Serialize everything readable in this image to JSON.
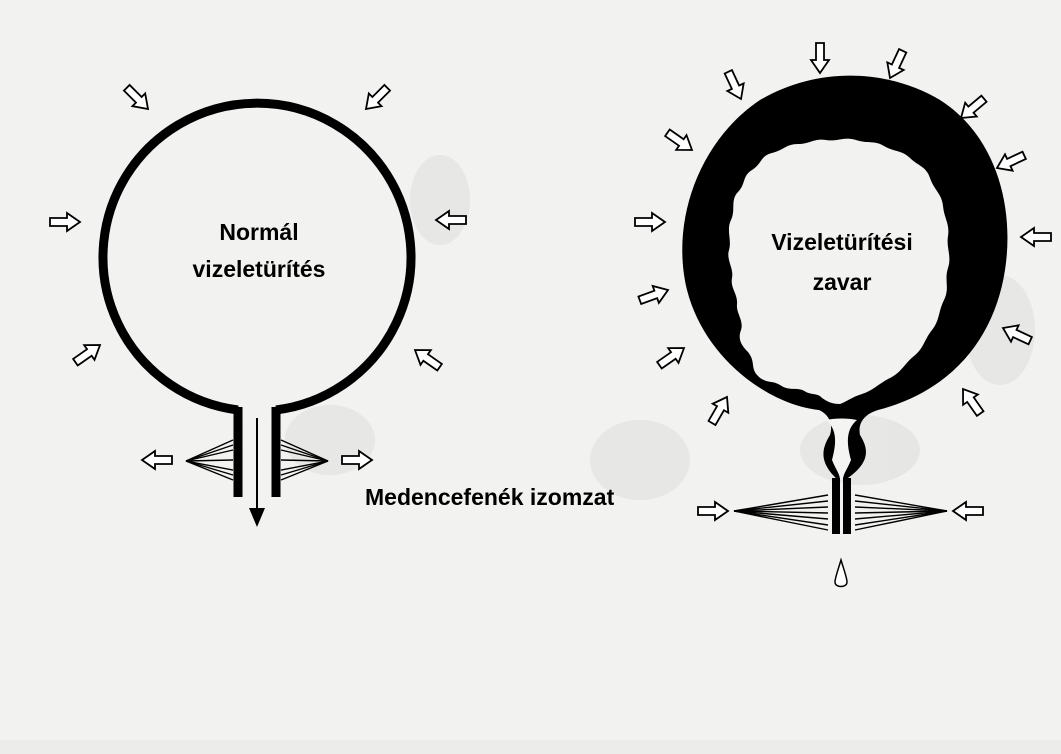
{
  "diagram": {
    "normal": {
      "title_line1": "Normál",
      "title_line2": "vizeletürítés"
    },
    "disorder": {
      "title_line1": "Vizeletürítési",
      "title_line2": "zavar"
    },
    "pelvic_floor_label": "Medencefenék izomzat"
  }
}
